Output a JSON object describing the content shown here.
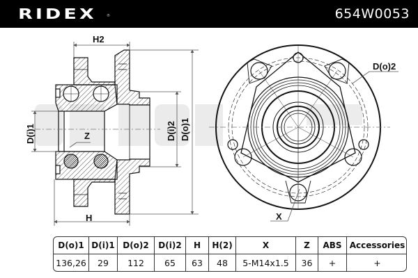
{
  "header": {
    "brand": "RIDEX",
    "brand_mark": "®",
    "part_number": "654W0053",
    "background_color": "#000000",
    "text_color": "#ffffff"
  },
  "drawing": {
    "title": "Wheel hub assembly technical drawing",
    "side_view": {
      "labels": {
        "h2": "H2",
        "h": "H",
        "di1": "D(i)1",
        "di2": "D(i)2",
        "do1": "D(o)1",
        "z": "Z"
      }
    },
    "front_view": {
      "labels": {
        "do2": "D(o)2",
        "x": "X"
      },
      "bolt_holes": 5
    }
  },
  "table": {
    "headers": [
      "D(o)1",
      "D(i)1",
      "D(o)2",
      "D(i)2",
      "H",
      "H(2)",
      "X",
      "Z",
      "ABS",
      "Accessories"
    ],
    "values": [
      "136,26",
      "29",
      "112",
      "65",
      "63",
      "48",
      "5-M14x1.5",
      "36",
      "+",
      "+"
    ]
  }
}
